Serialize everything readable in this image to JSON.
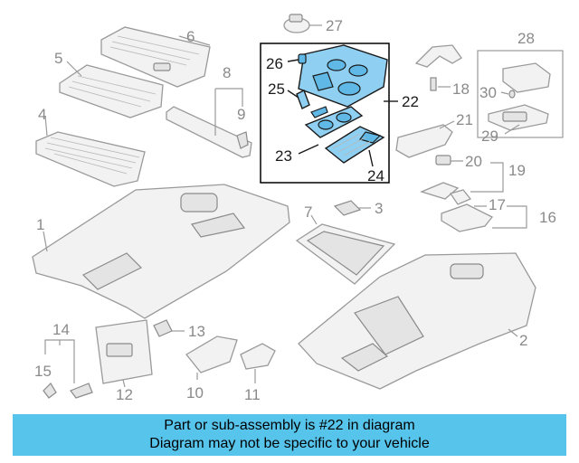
{
  "callouts": {
    "c1": "1",
    "c2": "2",
    "c3": "3",
    "c4": "4",
    "c5": "5",
    "c6": "6",
    "c7": "7",
    "c8": "8",
    "c9": "9",
    "c10": "10",
    "c11": "11",
    "c12": "12",
    "c13": "13",
    "c14": "14",
    "c15": "15",
    "c16": "16",
    "c17": "17",
    "c18": "18",
    "c19": "19",
    "c20": "20",
    "c21": "21",
    "c22": "22",
    "c23": "23",
    "c24": "24",
    "c25": "25",
    "c26": "26",
    "c27": "27",
    "c28": "28",
    "c29": "29",
    "c30": "30"
  },
  "highlight_color": "#8fd0f2",
  "banner": {
    "line1": "Part or sub-assembly is #22 in diagram",
    "line2": "Diagram may not be specific to your vehicle",
    "background": "#57c4ec"
  }
}
